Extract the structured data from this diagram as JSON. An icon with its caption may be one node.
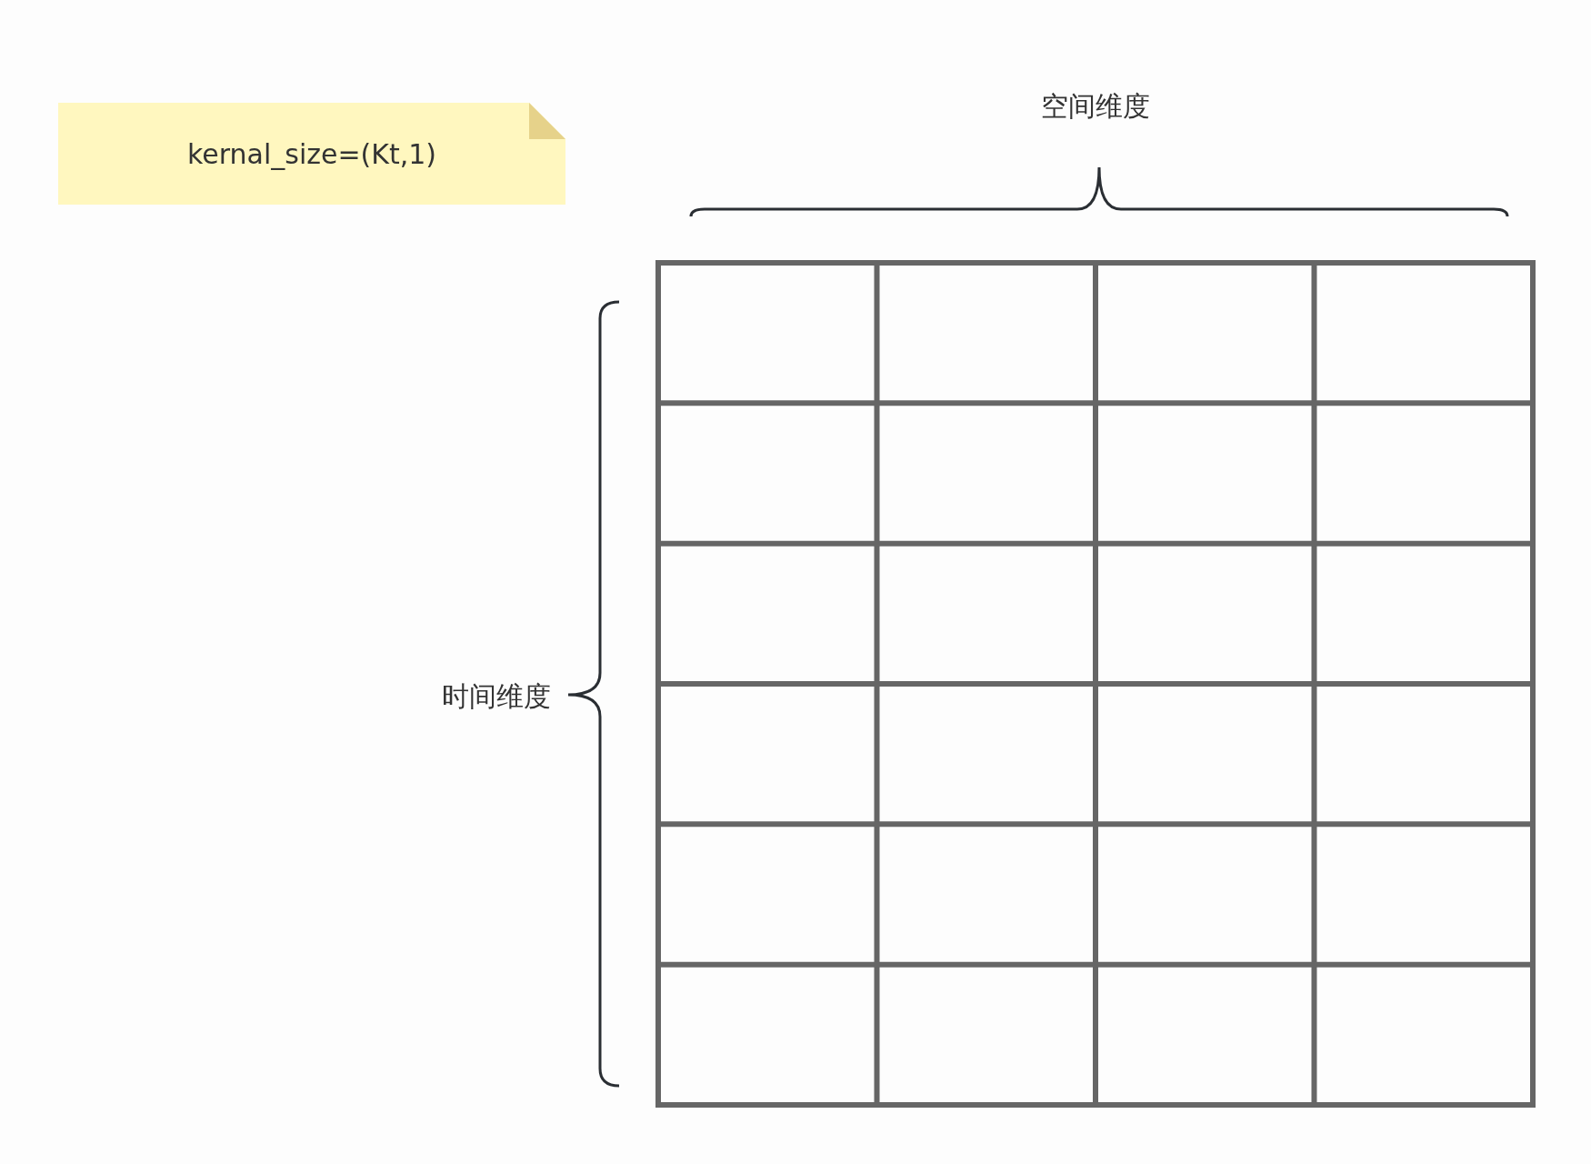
{
  "diagram": {
    "nodes": [
      {
        "text": [
          "kernal_size=(Kt,1)"
        ]
      }
    ],
    "labels": [
      "空间维度",
      "时间维度"
    ]
  }
}
